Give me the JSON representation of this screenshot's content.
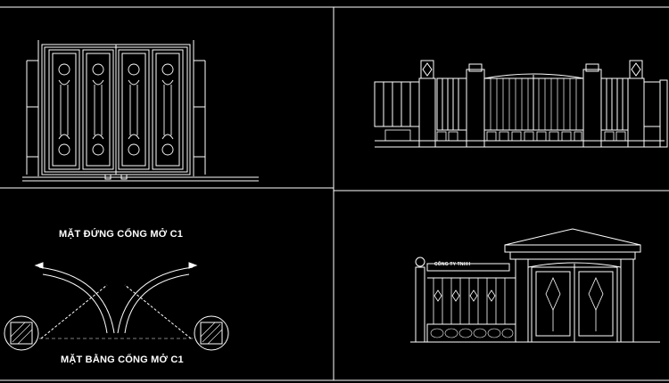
{
  "drawing": {
    "background": "#000000",
    "line_color": "#ffffff",
    "panels": [
      {
        "name": "gate-elevation-panel"
      },
      {
        "name": "fence-elevation-panel"
      },
      {
        "name": "gate-plan-panel"
      },
      {
        "name": "gatehouse-elevation-panel"
      }
    ],
    "labels": {
      "elevation_title": "MẶT ĐỨNG CỔNG MỞ C1",
      "plan_title": "MẶT BẰNG CỔNG MỞ C1",
      "sign_text": "CÔNG TY TNHH"
    }
  }
}
